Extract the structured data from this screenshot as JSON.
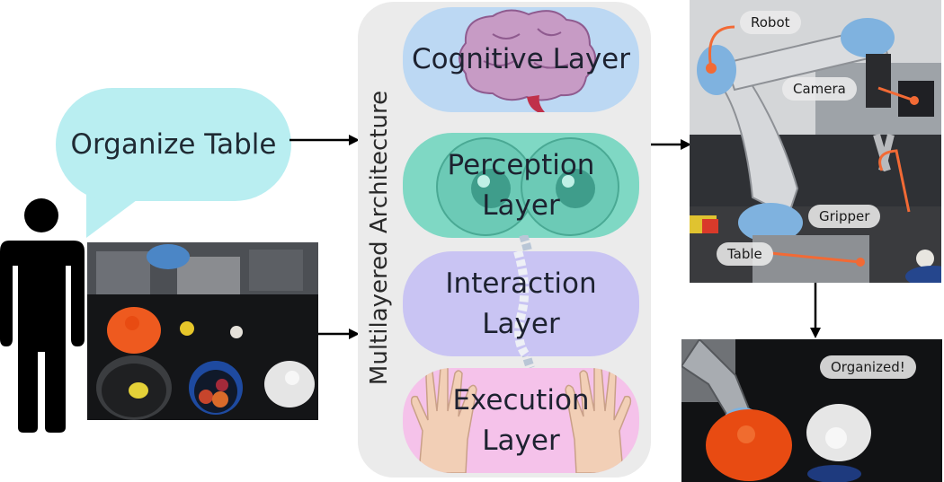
{
  "bubble": {
    "text": "Organize Table"
  },
  "architecture": {
    "title": "Multilayered Architecture",
    "layers": [
      {
        "line1": "Cognitive Layer",
        "line2": ""
      },
      {
        "line1": "Perception",
        "line2": "Layer"
      },
      {
        "line1": "Interaction",
        "line2": "Layer"
      },
      {
        "line1": "Execution",
        "line2": "Layer"
      }
    ]
  },
  "robot_photo": {
    "labels": {
      "robot": "Robot",
      "camera": "Camera",
      "gripper": "Gripper",
      "table": "Table"
    }
  },
  "result_photo": {
    "label": "Organized!"
  },
  "colors": {
    "bubble": "#b9eef1",
    "panel": "#ebebeb",
    "cognitive": "#bcd8f3",
    "perception": "#7fd8c4",
    "interaction": "#c9c4f3",
    "execution": "#f5c2ea",
    "callout": "#f26a35"
  }
}
